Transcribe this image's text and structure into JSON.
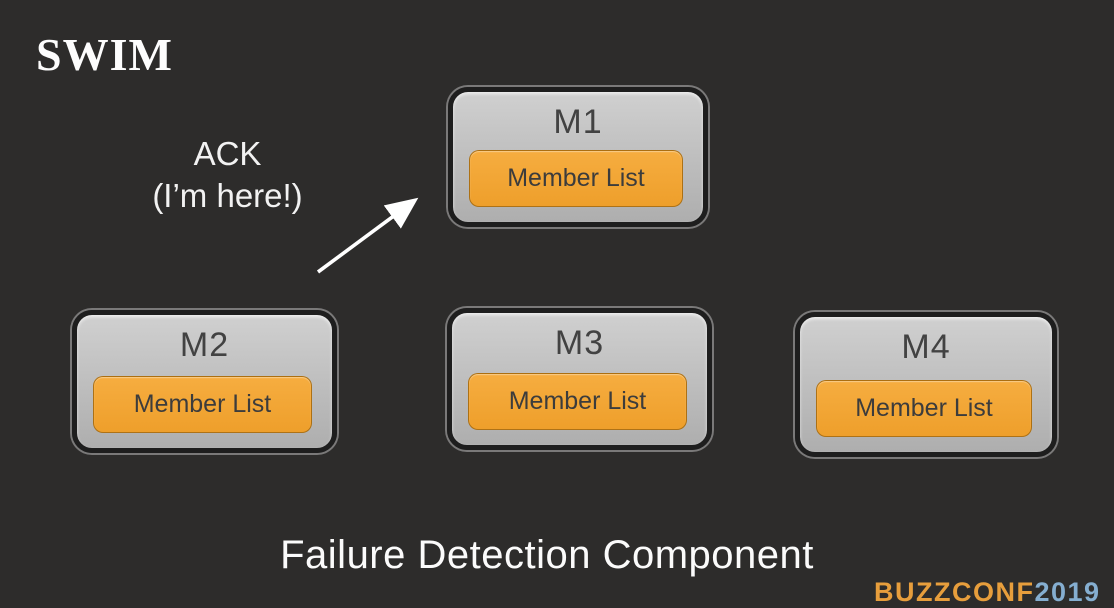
{
  "slide": {
    "title": "SWIM",
    "annotation": {
      "line1": "ACK",
      "line2": "(I’m here!)"
    },
    "caption": "Failure Detection Component",
    "watermark": {
      "text_primary": "BUZZCONF",
      "text_secondary": "2019",
      "color_primary": "#e79e3c",
      "color_secondary": "#85aed0"
    }
  },
  "diagram": {
    "nodes": [
      {
        "id": "m1",
        "label": "M1",
        "sublabel": "Member List"
      },
      {
        "id": "m2",
        "label": "M2",
        "sublabel": "Member List"
      },
      {
        "id": "m3",
        "label": "M3",
        "sublabel": "Member List"
      },
      {
        "id": "m4",
        "label": "M4",
        "sublabel": "Member List"
      }
    ],
    "arrow": {
      "color": "#ffffff"
    }
  },
  "colors": {
    "background": "#2d2c2b",
    "node_fill": "#c3c3c3",
    "node_border": "#1e1e1e",
    "member_list_fill": "#f0a334",
    "node_text": "#3f3f3f",
    "light_text": "#f5f5f5"
  }
}
